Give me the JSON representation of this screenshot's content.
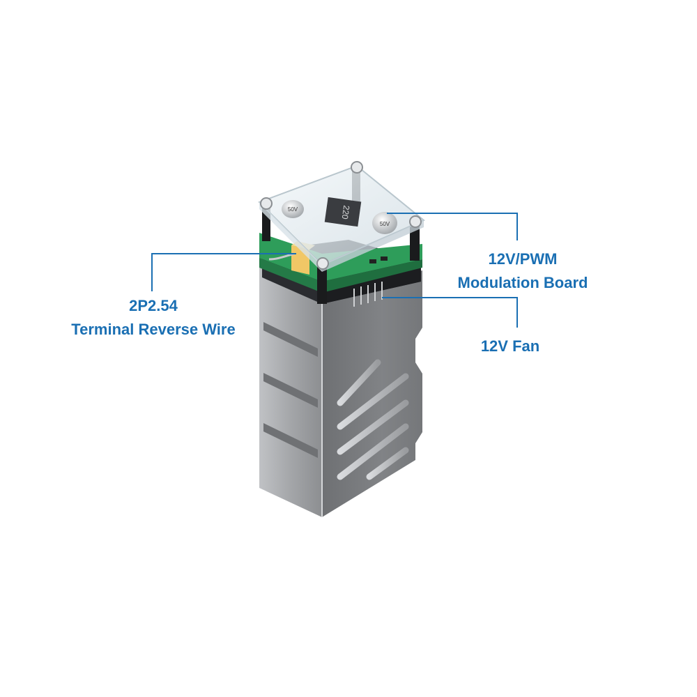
{
  "colors": {
    "label": "#1a6fb3",
    "leader_line": "#1a6fb3",
    "heatsink": "#8e9093",
    "pcb": "#2e9d5a",
    "acrylic_cover": "#e6eef2",
    "connector": "#f1c766",
    "fan": "#2a2c30",
    "background": "#ffffff"
  },
  "callouts": {
    "modulation_board": {
      "line1": "12V/PWM",
      "line2": "Modulation Board"
    },
    "fan": {
      "line1": "12V Fan"
    },
    "terminal_wire": {
      "line1": "2P2.54",
      "line2": "Terminal Reverse Wire"
    }
  },
  "product_markings": {
    "inductor": "220",
    "capacitor_left": "50V",
    "capacitor_right": "50V"
  }
}
